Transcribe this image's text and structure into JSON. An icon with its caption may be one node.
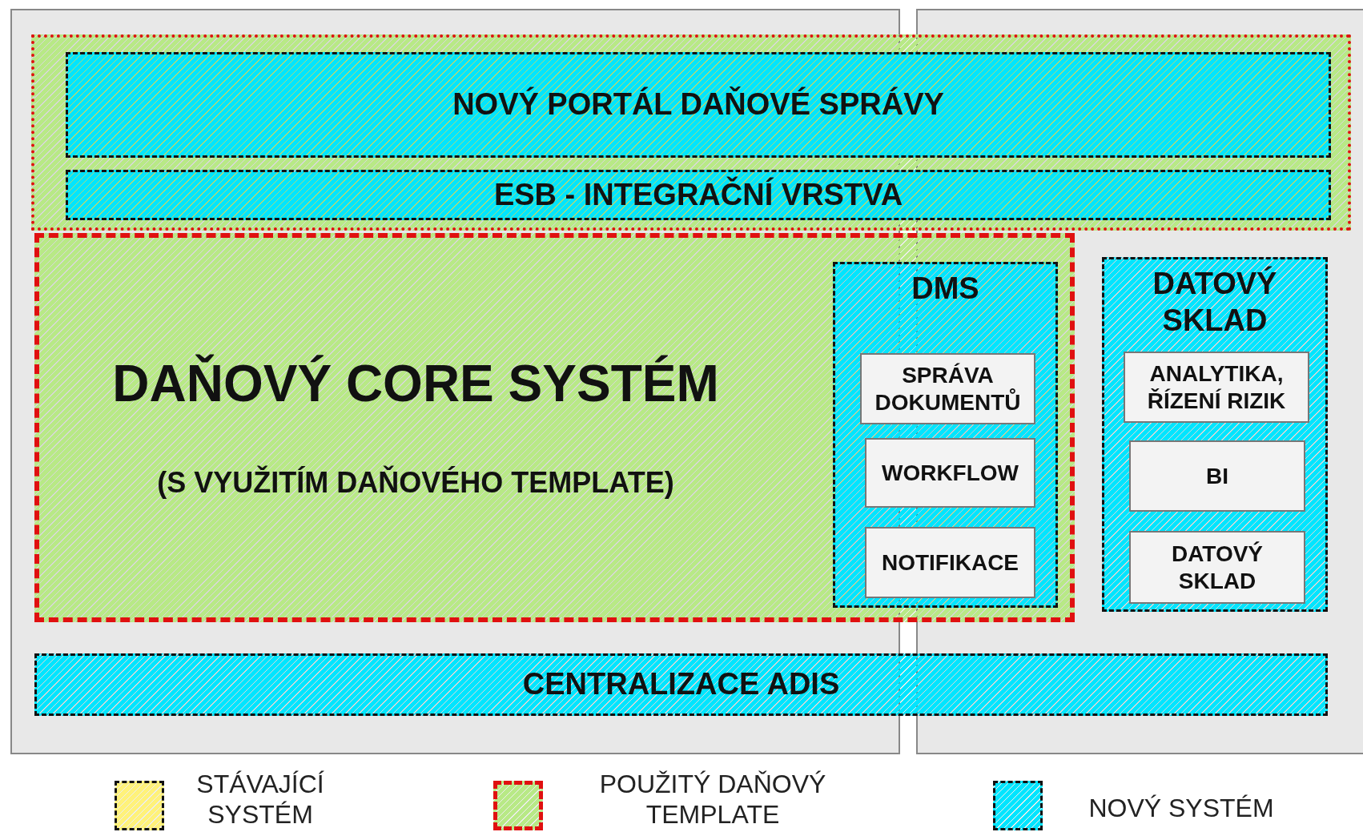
{
  "diagram": {
    "nodes": [
      {
        "text": [],
        "shape": "box"
      },
      {
        "text": [
          "NOVÝ PORTÁL DAŇOVÉ SPRÁVY"
        ],
        "in": 0
      },
      {
        "text": [
          "ESB - INTEGRAČNÍ VRSTVA"
        ],
        "in": 0
      },
      {
        "text": [
          "DAŇOVÝ CORE SYSTÉM",
          "(S VYUŽITÍM DAŇOVÉHO TEMPLATE)"
        ]
      },
      {
        "text": [
          "DMS"
        ],
        "in": 3
      },
      {
        "text": [
          "SPRÁVA DOKUMENTŮ"
        ],
        "in": 4
      },
      {
        "text": [
          "WORKFLOW"
        ],
        "in": 4
      },
      {
        "text": [
          "NOTIFIKACE"
        ],
        "in": 4
      },
      {
        "text": [
          "DATOVÝ SKLAD"
        ]
      },
      {
        "text": [
          "ANALYTIKA, ŘÍZENÍ RIZIK"
        ],
        "in": 8
      },
      {
        "text": [
          "BI"
        ],
        "in": 8
      },
      {
        "text": [
          "DATOVÝ SKLAD"
        ],
        "in": 8
      },
      {
        "text": [
          "CENTRALIZACE ADIS"
        ]
      }
    ],
    "legend": [
      {
        "text": "STÁVAJÍCÍ SYSTÉM",
        "color": "#fff27a"
      },
      {
        "text": "POUŽITÝ DAŇOVÝ TEMPLATE",
        "color": "#b8e986"
      },
      {
        "text": "NOVÝ SYSTÉM",
        "color": "#00e5ff"
      }
    ]
  }
}
